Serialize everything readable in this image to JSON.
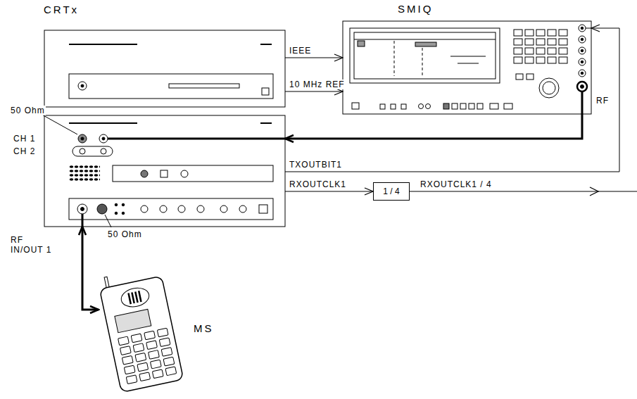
{
  "diagram": {
    "nodes": [
      {
        "text": [
          "CRTx"
        ]
      },
      {
        "text": [
          "SMIQ"
        ]
      },
      {
        "text": [
          "1 / 4"
        ]
      },
      {
        "text": [
          "MS"
        ]
      }
    ],
    "edges": [
      {
        "from": 0,
        "to": 1,
        "arrow": "to",
        "label": "IEEE"
      },
      {
        "from": 0,
        "to": 1,
        "arrow": "to",
        "label": "10 MHz REF"
      },
      {
        "from": 1,
        "to": 0,
        "arrow": "to"
      },
      {
        "from": 0,
        "to": 1,
        "arrow": "to",
        "label": "TXOUTBIT1"
      },
      {
        "from": 0,
        "to": 2,
        "arrow": "to",
        "label": "RXOUTCLK1"
      },
      {
        "from": 0,
        "to": 3,
        "arrow": "both"
      }
    ],
    "labels": [
      "50 Ohm",
      "CH 1",
      "CH 2",
      "RF",
      "RF IN/OUT 1",
      "50 Ohm",
      "RXOUTCLK1 / 4"
    ]
  }
}
